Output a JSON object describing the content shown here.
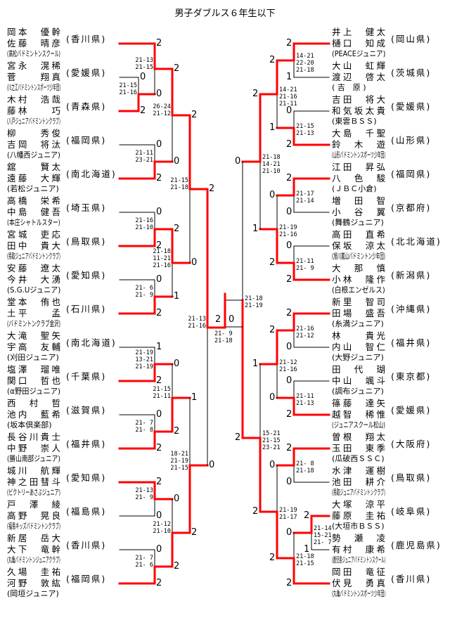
{
  "title": "男子ダブルス６年生以下",
  "colors": {
    "winner_line": "#ff0000",
    "line": "#000000"
  },
  "left": {
    "teams": [
      {
        "p1": "岡本　優幹",
        "p2": "佐藤　晴彦",
        "club": "(高松バドミントンスクール)",
        "pref": "(香川県)"
      },
      {
        "p1": "宮永　滉稀",
        "p2": "菅　　翔真",
        "club": "(川之江バドミントンスポーツ少年団)",
        "pref": "(愛媛県)"
      },
      {
        "p1": "木村　浩哉",
        "p2": "藤林　　巧",
        "club": "(八戸ジュニアバドミントンクラブ)",
        "pref": "(青森県)"
      },
      {
        "p1": "柳　　秀俊",
        "p2": "吉岡　将汰",
        "club": "(八幡西ジュニア)",
        "pref": "(福岡県)"
      },
      {
        "p1": "舘　　賢太",
        "p2": "遠藤　大輝",
        "club": "(若松ジュニア)",
        "pref": "(南北海道)"
      },
      {
        "p1": "高橋　栄希",
        "p2": "中島　健吾",
        "club": "(本庄シャトルスター)",
        "pref": "(埼玉県)"
      },
      {
        "p1": "宮城　吏応",
        "p2": "田中　貴大",
        "club": "(鳥取ジュニアバドミントンクラブ)",
        "pref": "(鳥取県)"
      },
      {
        "p1": "安藤　遼太",
        "p2": "今井　大湧",
        "club": "(S.G.Uジュニア)",
        "pref": "(愛知県)"
      },
      {
        "p1": "堂本　侑也",
        "p2": "土平　　孟",
        "club": "(バドミントンクラブ金沢)",
        "pref": "(石川県)"
      },
      {
        "p1": "大滝　聖矢",
        "p2": "宇高　友輔",
        "club": "(刈田ジュニア)",
        "pref": "(南北海道)"
      },
      {
        "p1": "塩澤　瑠唯",
        "p2": "関口　哲也",
        "club": "(α野田ジュニア)",
        "pref": "(千葉県)"
      },
      {
        "p1": "西　村　哲",
        "p2": "池内　藍希",
        "club": "(坂本倶楽部)",
        "pref": "(滋賀県)"
      },
      {
        "p1": "長谷川貴士",
        "p2": "中野　崇人",
        "club": "(勝山南部ジュニア)",
        "pref": "(福井県)"
      },
      {
        "p1": "城川　航輝",
        "p2": "神之田彗斗",
        "club": "(ビクトリーあさぶジュニア)",
        "pref": "(愛知県)"
      },
      {
        "p1": "戸　澤　綾",
        "p2": "高野　晃良",
        "club": "(福島キッズバドミントンクラブ)",
        "pref": "(福島県)"
      },
      {
        "p1": "新居　岳大",
        "p2": "大下　竜幹",
        "club": "(丸亀バドミントンジュニアクラブ)",
        "pref": "(香川県)"
      },
      {
        "p1": "久場　圭祐",
        "p2": "河野　敦紘",
        "club": "(岡垣ジュニア)",
        "pref": "(福岡県)"
      }
    ],
    "matches": [
      {
        "scores": [
          "21-15",
          "21-16"
        ],
        "top": "0",
        "bottom": "2"
      },
      {
        "scores": [
          "21-13",
          "21-15"
        ],
        "top": "2",
        "bottom": "0"
      },
      {
        "scores": [
          "21-11",
          "23-21"
        ],
        "top": "0",
        "bottom": "2"
      },
      {
        "scores": [
          "26-24",
          "21-12"
        ],
        "top": "2",
        "bottom": "0"
      },
      {
        "scores": [
          "21-16",
          "21-10"
        ],
        "top": "0",
        "bottom": "2"
      },
      {
        "scores": [
          "21- 6",
          "21- 9"
        ],
        "top": "0",
        "bottom": "2"
      },
      {
        "scores": [
          "21-18",
          "11-21",
          "21-16"
        ],
        "top": "2",
        "bottom": "1"
      },
      {
        "scores": [
          "21-15",
          "21-18"
        ],
        "top": "2",
        "bottom": "0"
      },
      {
        "scores": [
          "21-19",
          "13-21",
          "21-19"
        ],
        "top": "1",
        "bottom": "2"
      },
      {
        "scores": [
          "21- 7",
          "21- 8"
        ],
        "top": "0",
        "bottom": "2"
      },
      {
        "scores": [
          "21-15",
          "21-11"
        ],
        "top": "0",
        "bottom": "2"
      },
      {
        "scores": [
          "21-13",
          "21- 9"
        ],
        "top": "2",
        "bottom": "0"
      },
      {
        "scores": [
          "21- 7",
          "21- 6"
        ],
        "top": "0",
        "bottom": "2"
      },
      {
        "scores": [
          "21-12",
          "21-10"
        ],
        "top": "0",
        "bottom": "2"
      },
      {
        "scores": [
          "18-21",
          "21-19",
          "21-15"
        ],
        "top": "1",
        "bottom": "2"
      },
      {
        "scores": [
          "21-13",
          "21-16"
        ],
        "top": "2",
        "bottom": "0"
      }
    ]
  },
  "right": {
    "teams": [
      {
        "p1": "井上　健太",
        "p2": "樋口　知成",
        "club": "(PEACEジュニア)",
        "pref": "(岡山県)"
      },
      {
        "p1": "大山　虹輝",
        "p2": "渡辺　啓太",
        "club": "( 吉　原 )",
        "pref": "(茨城県)"
      },
      {
        "p1": "吉田　将大",
        "p2": "和気坂太貴",
        "club": "(東雲ＢＳＳ)",
        "pref": "(愛媛県)"
      },
      {
        "p1": "大島　千聖",
        "p2": "鈴　木　遊",
        "club": "(山形バドミントンスポーツ少年団)",
        "pref": "(山形県)"
      },
      {
        "p1": "江田　昇弘",
        "p2": "八　色　駿",
        "club": "(ＪＢＣ小倉)",
        "pref": "(福岡県)"
      },
      {
        "p1": "増　田　智",
        "p2": "小　谷　翼",
        "club": "(舞鶴ジュニア)",
        "pref": "(京都府)"
      },
      {
        "p1": "高田　直希",
        "p2": "保坂　涼太",
        "club": "(旭川嵐山バドミントン少年団)",
        "pref": "(北北海道)"
      },
      {
        "p1": "大　那　慎",
        "p2": "小林　隆作",
        "club": "(白根エンゼルス)",
        "pref": "(新潟県)"
      },
      {
        "p1": "新里　智司",
        "p2": "田場　盛吾",
        "club": "(糸満ジュニア)",
        "pref": "(沖縄県)"
      },
      {
        "p1": "林　　貴光",
        "p2": "内山　智仁",
        "club": "(大野ジュニア)",
        "pref": "(福井県)"
      },
      {
        "p1": "田　代　瑚",
        "p2": "中山　颯斗",
        "club": "(調布ジュニア)",
        "pref": "(東京都)"
      },
      {
        "p1": "篠藤　達矢",
        "p2": "越智　稀惟",
        "club": "(ジュニアスクール松山)",
        "pref": "(愛媛県)"
      },
      {
        "p1": "曽根　翔太",
        "p2": "玉田　東季",
        "club": "(瓜破西ＳＳＣ)",
        "pref": "(大阪府)"
      },
      {
        "p1": "水津　運樹",
        "p2": "池田　耕介",
        "club": "(鳥取ジュニアバドミントンクラブ)",
        "pref": "(鳥取県)"
      },
      {
        "p1": "大塚　涼平",
        "p2": "藤原　圭祐",
        "club": "(大垣市ＢＳＳ)",
        "pref": "(岐阜県)"
      },
      {
        "p1": "勢　瀬　凌",
        "p2": "有村　康希",
        "club": "(鹿児島ジュニアバドミントンスクール)",
        "pref": "(鹿児島県)"
      },
      {
        "p1": "岡田　竜征",
        "p2": "伏見　勇真",
        "club": "(丸亀バドミントンスポーツ少年団)",
        "pref": "(香川県)"
      }
    ],
    "matches": [
      {
        "scores": [
          "14-21",
          "22-20",
          "21-18"
        ],
        "top": "2",
        "bottom": "1"
      },
      {
        "scores": [
          "21-15",
          "21-13"
        ],
        "top": "0",
        "bottom": "2"
      },
      {
        "scores": [
          "14-21",
          "21-16",
          "21-11"
        ],
        "top": "2",
        "bottom": "1"
      },
      {
        "scores": [
          "21-17",
          "21-14"
        ],
        "top": "2",
        "bottom": "0"
      },
      {
        "scores": [
          "21-11",
          "21- 9"
        ],
        "top": "0",
        "bottom": "2"
      },
      {
        "scores": [
          "21-19",
          "21-16"
        ],
        "top": "0",
        "bottom": "2"
      },
      {
        "scores": [
          "21-18",
          "14-21",
          "21-10"
        ],
        "top": "2",
        "bottom": "1"
      },
      {
        "scores": [
          "21-16",
          "21-12"
        ],
        "top": "2",
        "bottom": "0"
      },
      {
        "scores": [
          "21-11",
          "21-13"
        ],
        "top": "0",
        "bottom": "2"
      },
      {
        "scores": [
          "21-12",
          "21-16"
        ],
        "top": "2",
        "bottom": "0"
      },
      {
        "scores": [
          "21- 8",
          "21-18"
        ],
        "top": "2",
        "bottom": "0"
      },
      {
        "scores": [
          "21-14",
          "15-21",
          "21- 7"
        ],
        "top": "2",
        "bottom": "1"
      },
      {
        "scores": [
          "21-18",
          "21-15"
        ],
        "top": "0",
        "bottom": "2"
      },
      {
        "scores": [
          "21-19",
          "21-17"
        ],
        "top": "0",
        "bottom": "2"
      },
      {
        "scores": [
          "15-21",
          "21-15",
          "23-21"
        ],
        "top": "1",
        "bottom": "2"
      },
      {
        "scores": [
          "21-18",
          "21-19"
        ],
        "top": "0",
        "bottom": "2"
      }
    ]
  },
  "final": {
    "scores": [
      "21- 9",
      "21-18"
    ],
    "left": "2",
    "right": "0"
  }
}
